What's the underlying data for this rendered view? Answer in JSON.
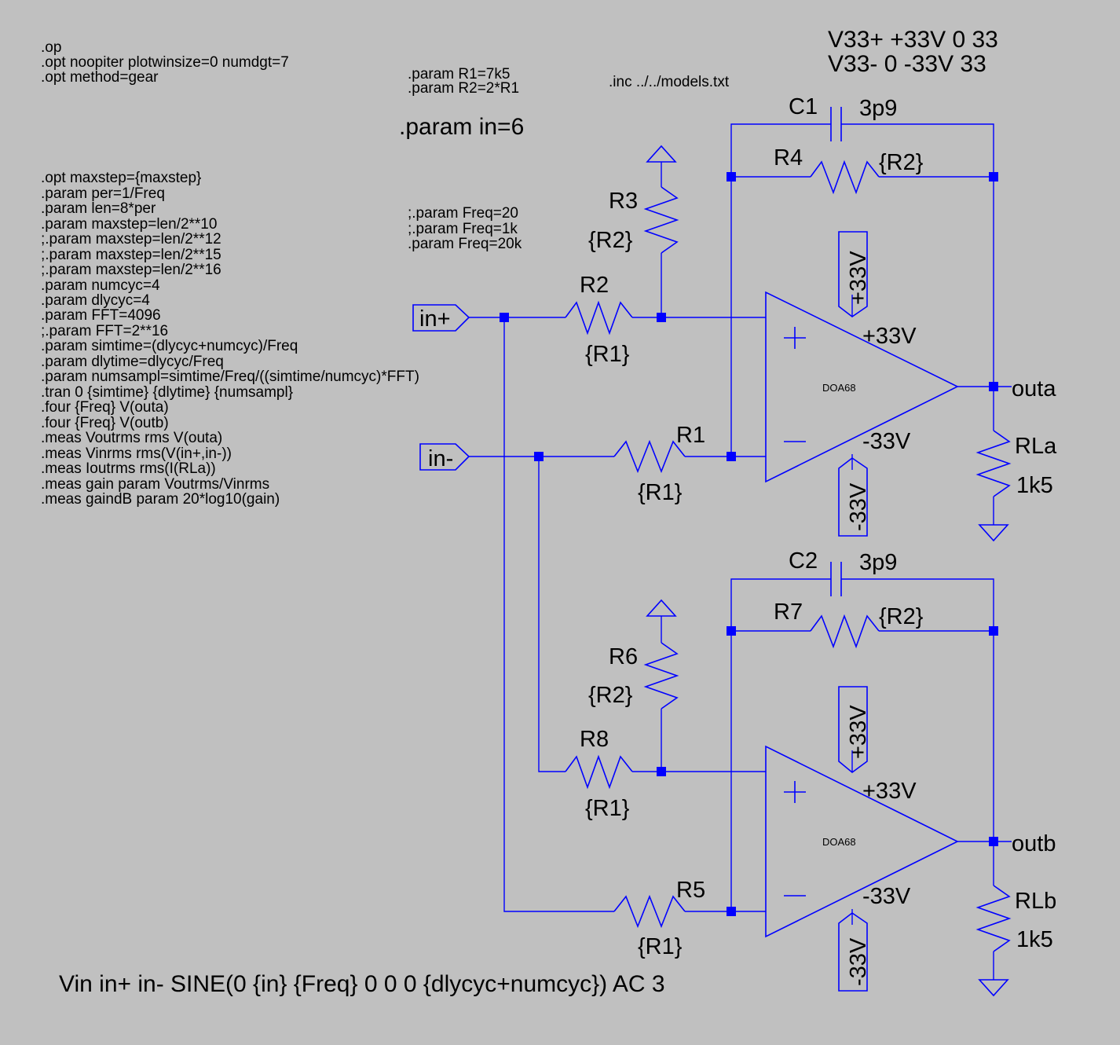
{
  "directives": {
    "sim_options": [
      ".op",
      ".opt noopiter plotwinsize=0 numdgt=7",
      ".opt method=gear"
    ],
    "tran_setup": [
      ".opt maxstep={maxstep}",
      ".param per=1/Freq",
      ".param len=8*per",
      ".param maxstep=len/2**10",
      ";.param maxstep=len/2**12",
      ";.param maxstep=len/2**15",
      ";.param maxstep=len/2**16",
      ".param numcyc=4",
      ".param dlycyc=4",
      ".param FFT=4096",
      ";.param FFT=2**16",
      ".param simtime=(dlycyc+numcyc)/Freq",
      ".param dlytime=dlycyc/Freq",
      ".param numsampl=simtime/Freq/((simtime/numcyc)*FFT)",
      ".tran 0 {simtime} {dlytime} {numsampl}",
      ".four {Freq} V(outa)",
      ".four {Freq} V(outb)",
      ".meas Voutrms rms V(outa)",
      ".meas Vinrms rms(V(in+,in-))",
      ".meas Ioutrms rms(I(RLa))",
      ".meas gain param Voutrms/Vinrms",
      ".meas gaindB param 20*log10(gain)"
    ],
    "resistor_params": [
      ".param R1=7k5",
      ".param R2=2*R1"
    ],
    "input_param": ".param in=6",
    "freq_params": [
      ";.param Freq=20",
      ";.param Freq=1k",
      ".param Freq=20k"
    ],
    "include": ".inc ../../models.txt",
    "supplies": [
      "V33+ +33V 0 33",
      "V33- 0 -33V 33"
    ],
    "source": "Vin in+ in- SINE(0 {in} {Freq} 0 0 0 {dlycyc+numcyc}) AC 3"
  },
  "ports": {
    "in_plus": "in+",
    "in_minus": "in-"
  },
  "nets": {
    "out_a": "outa",
    "out_b": "outb"
  },
  "components": {
    "C1": {
      "name": "C1",
      "value": "3p9"
    },
    "C2": {
      "name": "C2",
      "value": "3p9"
    },
    "R1": {
      "name": "R1",
      "value": "{R1}"
    },
    "R2": {
      "name": "R2",
      "value": "{R1}"
    },
    "R3": {
      "name": "R3",
      "value": "{R2}"
    },
    "R4": {
      "name": "R4",
      "value": "{R2}"
    },
    "R5": {
      "name": "R5",
      "value": "{R1}"
    },
    "R6": {
      "name": "R6",
      "value": "{R2}"
    },
    "R7": {
      "name": "R7",
      "value": "{R2}"
    },
    "R8": {
      "name": "R8",
      "value": "{R1}"
    },
    "RLa": {
      "name": "RLa",
      "value": "1k5"
    },
    "RLb": {
      "name": "RLb",
      "value": "1k5"
    },
    "U1": {
      "model": "DOA68"
    },
    "U2": {
      "model": "DOA68"
    }
  },
  "supply_labels": {
    "pos": "+33V",
    "neg": "-33V"
  }
}
